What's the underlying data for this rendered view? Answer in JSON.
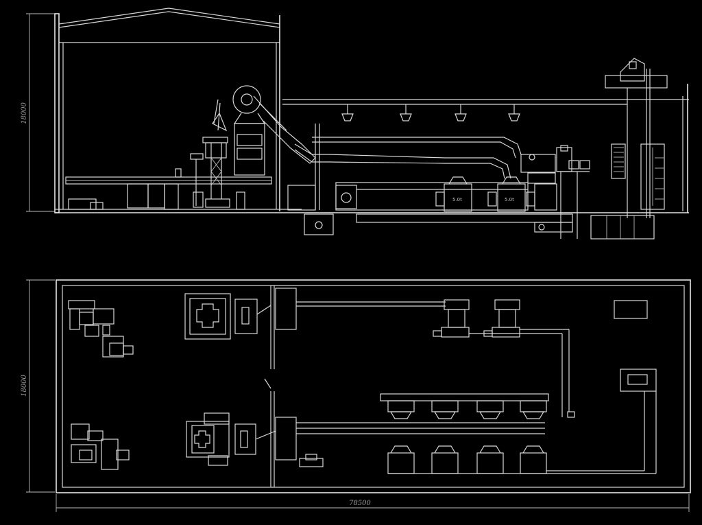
{
  "dimensions": {
    "elevation_height": "18000",
    "plan_width": "18000",
    "plan_length": "78500"
  },
  "equipment_labels": {
    "unit_a": "5.0t",
    "unit_b": "5.0t"
  }
}
